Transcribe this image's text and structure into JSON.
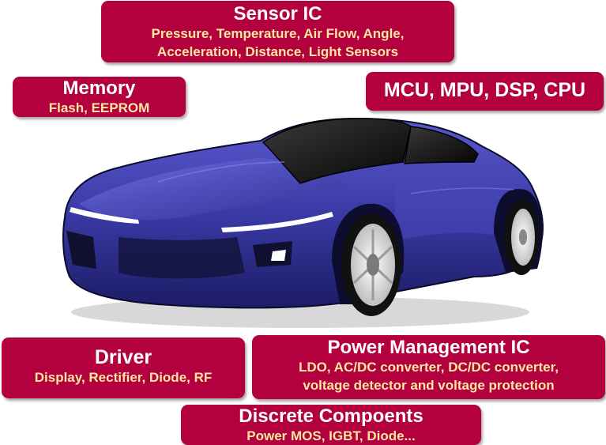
{
  "boxes": {
    "sensor": {
      "title": "Sensor IC",
      "lines": [
        "Pressure, Temperature, Air Flow, Angle,",
        "Acceleration, Distance, Light Sensors"
      ]
    },
    "memory": {
      "title": "Memory",
      "lines": [
        "Flash, EEPROM"
      ]
    },
    "mcu": {
      "title": "MCU, MPU, DSP, CPU"
    },
    "driver": {
      "title": "Driver",
      "lines": [
        "Display, Rectifier, Diode, RF"
      ]
    },
    "power": {
      "title": "Power Management IC",
      "lines": [
        "LDO, AC/DC converter, DC/DC converter,",
        "voltage detector and voltage protection"
      ]
    },
    "discrete": {
      "title": "Discrete Compoents",
      "lines": [
        "Power MOS, IGBT, Diode..."
      ]
    }
  },
  "colors": {
    "box_background": "#b3003f",
    "title_text": "#ffffff",
    "subtitle_text": "#ffe8a0",
    "car_body": "#2e2d8a"
  },
  "illustration": {
    "icon": "sports-car-icon"
  }
}
